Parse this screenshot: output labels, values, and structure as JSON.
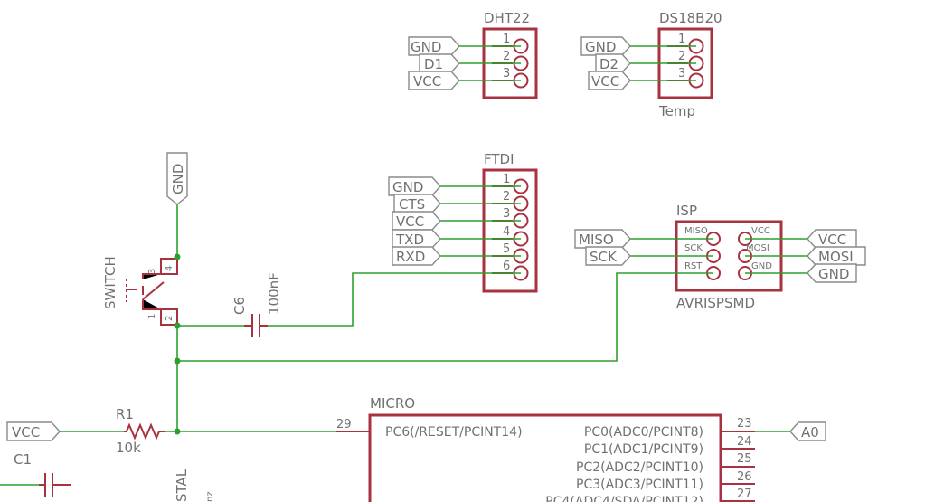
{
  "title": "",
  "colors": {
    "wire": "#2ca02c",
    "part": "#a83240",
    "label": "#707070",
    "flag_outline": "#8a8a8a",
    "background": "#ffffff"
  },
  "dht22": {
    "name": "DHT22",
    "pins": [
      "1",
      "2",
      "3"
    ],
    "nets": [
      "GND",
      "D1",
      "VCC"
    ]
  },
  "ds18b20": {
    "name": "DS18B20",
    "value": "Temp",
    "pins": [
      "1",
      "2",
      "3"
    ],
    "nets": [
      "GND",
      "D2",
      "VCC"
    ]
  },
  "ftdi": {
    "name": "FTDI",
    "pins": [
      "1",
      "2",
      "3",
      "4",
      "5",
      "6"
    ],
    "nets": [
      "GND",
      "CTS",
      "VCC",
      "TXD",
      "RXD"
    ]
  },
  "isp": {
    "name": "ISP",
    "value": "AVRISPSMD",
    "pin_labels_left": [
      "MISO",
      "SCK",
      "RST"
    ],
    "pin_labels_right": [
      "VCC",
      "MOSI",
      "GND"
    ],
    "nets_left": [
      "MISO",
      "SCK"
    ],
    "nets_right": [
      "VCC",
      "MOSI",
      "GND"
    ]
  },
  "switch": {
    "name": "SWITCH",
    "pins": [
      "4",
      "3",
      "1",
      "2"
    ]
  },
  "gnd_flag": "GND",
  "c6": {
    "name": "C6",
    "value": "100nF"
  },
  "r1": {
    "name": "R1",
    "value": "10k"
  },
  "c1": {
    "name": "C1"
  },
  "vcc_flag": "VCC",
  "crystal_partial": {
    "name": "STAL",
    "value": "nz"
  },
  "micro": {
    "name": "MICRO",
    "left_pin_number": "29",
    "left_pin_label": "PC6(/RESET/PCINT14)",
    "right_pin_numbers": [
      "23",
      "24",
      "25",
      "26",
      "27"
    ],
    "right_pin_labels": [
      "PC0(ADC0/PCINT8)",
      "PC1(ADC1/PCINT9)",
      "PC2(ADC2/PCINT10)",
      "PC3(ADC3/PCINT11)",
      "PC4(ADC4/SDA/PCINT12)"
    ]
  },
  "a0_flag": "A0"
}
